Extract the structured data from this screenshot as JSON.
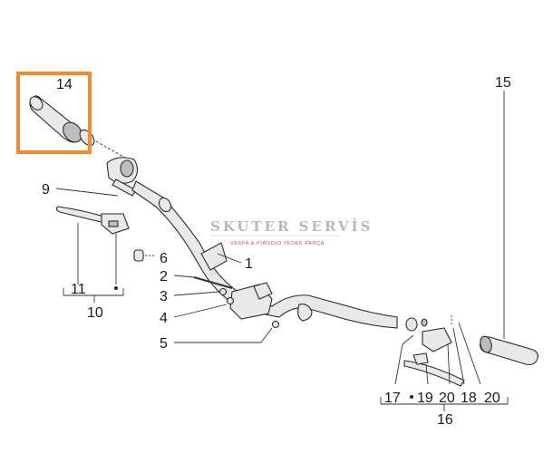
{
  "diagram": {
    "highlight_color": "#f28a2e",
    "highlighted_part": "14",
    "callouts": {
      "c1": "1",
      "c2": "2",
      "c3": "3",
      "c4": "4",
      "c5": "5",
      "c6": "6",
      "c9": "9",
      "c10": "10",
      "c11": "11",
      "c14": "14",
      "c15": "15",
      "c16": "16",
      "c17": "17",
      "c18": "18",
      "c19": "19",
      "c20a": "20",
      "c20b": "20"
    },
    "watermark": {
      "title": "SKUTER SERVİS",
      "subtitle": "VESPA & PIAGGIO YEDEK PARÇA"
    }
  }
}
